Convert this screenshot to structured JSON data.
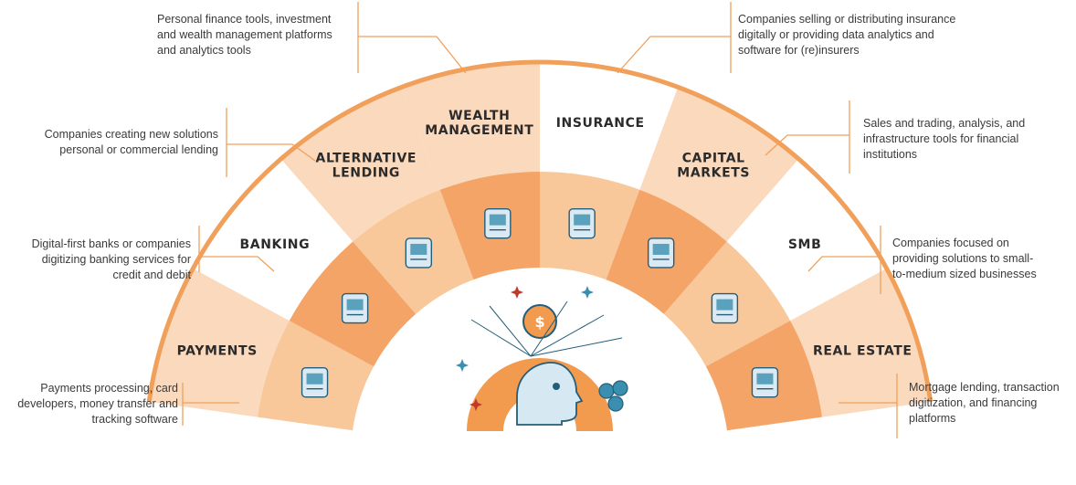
{
  "colors": {
    "outer_line": "#f0a05a",
    "ring_light": "#fbd9bc",
    "ring_mid": "#f8c79a",
    "ring_dark": "#f3a466",
    "center_arc": "#f29a4e",
    "icon_blue": "#3a8fb0",
    "icon_dark": "#245d79"
  },
  "segments": [
    {
      "id": "payments",
      "label": "PAYMENTS",
      "description": "Payments processing, card\ndevelopers, money transfer and\ntracking software",
      "icon": "credit-card-icon"
    },
    {
      "id": "banking",
      "label": "BANKING",
      "description": "Digital-first banks or companies\ndigitizing banking services for\ncredit and debit",
      "icon": "mobile-bank-icon"
    },
    {
      "id": "alternative-lending",
      "label": "ALTERNATIVE\nLENDING",
      "description": "Companies creating new solutions\npersonal or commercial lending",
      "icon": "lending-hand-icon"
    },
    {
      "id": "wealth-management",
      "label": "WEALTH\nMANAGEMENT",
      "description": "Personal finance tools, investment\nand wealth management platforms\nand analytics tools",
      "icon": "tablet-chart-icon"
    },
    {
      "id": "insurance",
      "label": "INSURANCE",
      "description": "Companies selling or distributing insurance\ndigitally or providing data analytics and\nsoftware for (re)insurers",
      "icon": "shield-icon"
    },
    {
      "id": "capital-markets",
      "label": "CAPITAL\nMARKETS",
      "description": "Sales and trading, analysis, and\ninfrastructure tools for financial\ninstitutions",
      "icon": "trading-chart-icon"
    },
    {
      "id": "smb",
      "label": "SMB",
      "description": "Companies focused on\nproviding solutions to small-\nto-medium sized businesses",
      "icon": "invoice-icon"
    },
    {
      "id": "real-estate",
      "label": "REAL ESTATE",
      "description": "Mortgage lending, transaction\ndigitization, and financing\nplatforms",
      "icon": "building-icon"
    }
  ],
  "center": {
    "icons": [
      "ai-head-icon",
      "money-bag-icon",
      "coins-icon",
      "sparkle-icon"
    ]
  }
}
